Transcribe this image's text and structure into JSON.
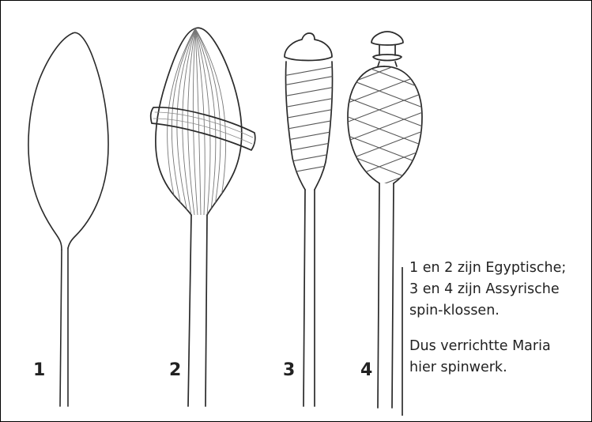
{
  "figure": {
    "labels": [
      "1",
      "2",
      "3",
      "4"
    ],
    "caption": {
      "line1": "1 en 2 zijn Egyptische;",
      "line2": "3 en 4 zijn Assyrische",
      "line3": "spin-klossen.",
      "line4": "Dus verrichtte Maria",
      "line5": "hier spinwerk."
    }
  }
}
